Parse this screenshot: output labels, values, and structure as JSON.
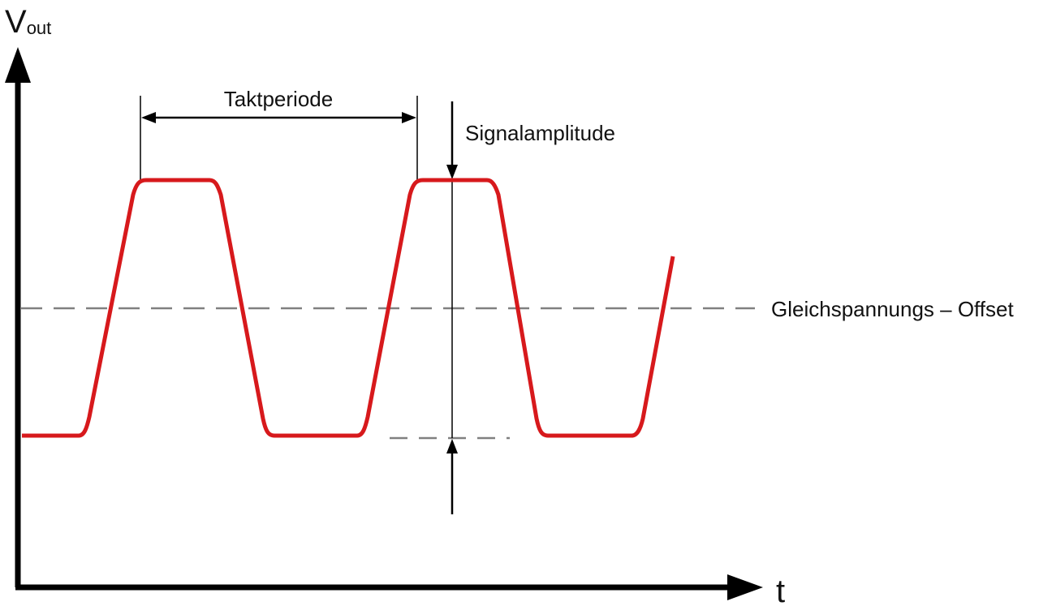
{
  "y_axis": {
    "label_main": "V",
    "label_sub": "out"
  },
  "x_axis": {
    "label": "t"
  },
  "annotations": {
    "period": "Taktperiode",
    "amplitude": "Signalamplitude",
    "offset": "Gleichspannungs – Offset"
  },
  "colors": {
    "signal": "#d7191c",
    "axis": "#000000",
    "dashed": "#808080",
    "text": "#111111"
  }
}
